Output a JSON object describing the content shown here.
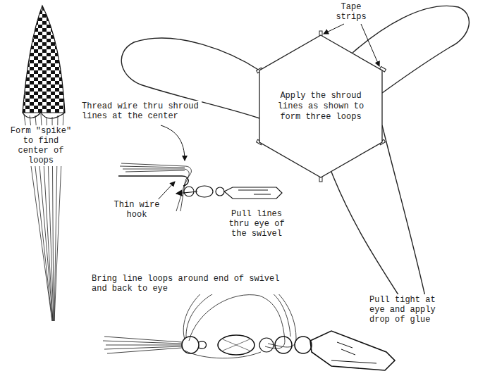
{
  "diagram": {
    "nodes": [
      {
        "text": [
          "Apply the shroud lines as shown to form three loops"
        ]
      }
    ],
    "labels": [
      "Tape strips",
      "Thread wire thru shroud lines at the center",
      "Form \"spike\" to find center of loops",
      "Thin wire hook",
      "Pull lines thru eye of the swivel",
      "Bring line loops around end of swivel and back to eye",
      "Pull tight at eye and apply drop of glue"
    ]
  }
}
